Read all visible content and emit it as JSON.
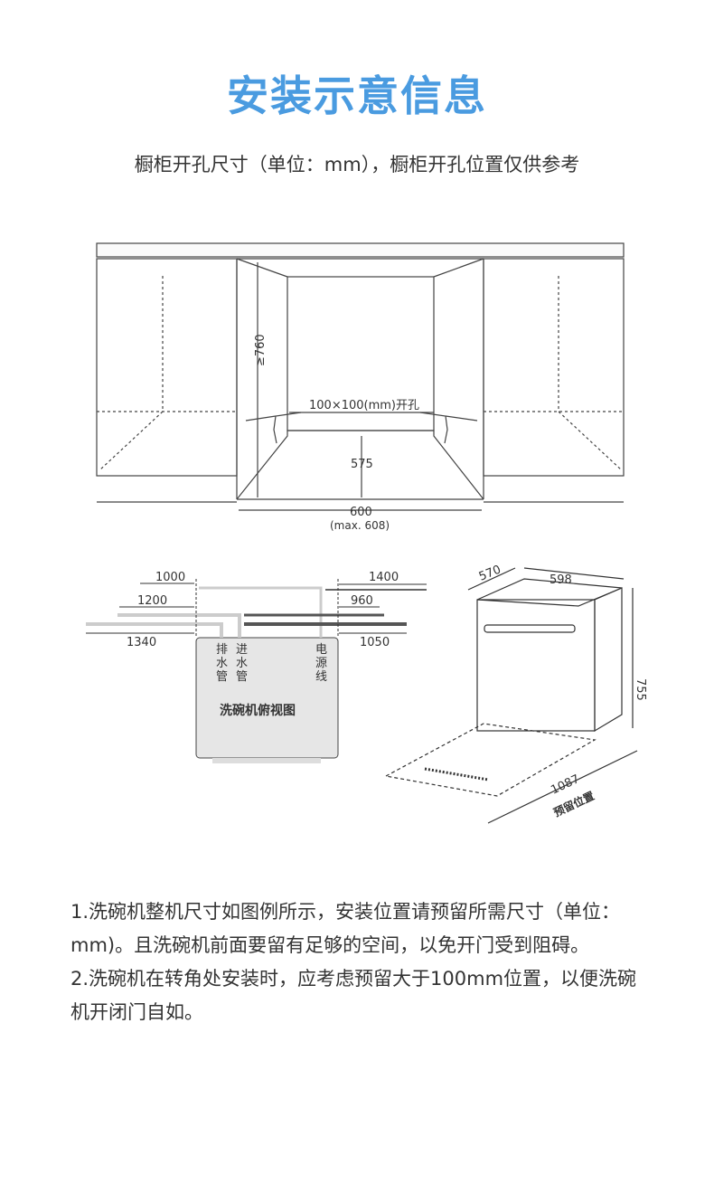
{
  "title": "安装示意信息",
  "subtitle": "橱柜开孔尺寸（单位：mm），橱柜开孔位置仅供参考",
  "front_view": {
    "height_label": "≥760",
    "hole_label": "100×100(mm)开孔",
    "depth_label": "575",
    "width_label": "600",
    "width_max_label": "(max. 608)"
  },
  "top_view": {
    "dims": {
      "d1000": "1000",
      "d1200": "1200",
      "d1340": "1340",
      "d1400": "1400",
      "d960": "960",
      "d1050": "1050"
    },
    "drain_label": "排\n水\n管",
    "inlet_label": "进\n水\n管",
    "power_label": "电\n源\n线",
    "drain_chars": [
      "排",
      "水",
      "管"
    ],
    "inlet_chars": [
      "进",
      "水",
      "管"
    ],
    "power_chars": [
      "电",
      "源",
      "线"
    ],
    "caption": "洗碗机俯视图"
  },
  "iso_view": {
    "depth": "570",
    "width": "598",
    "height": "755",
    "door_open": "1087",
    "reserve_label": "预留位置"
  },
  "notes": [
    "1.洗碗机整机尺寸如图例所示，安装位置请预留所需尺寸（单位：mm)。且洗碗机前面要留有足够的空间，以免开门受到阻碍。",
    "2.洗碗机在转角处安装时，应考虑预留大于100mm位置，以便洗碗机开闭门自如。"
  ]
}
